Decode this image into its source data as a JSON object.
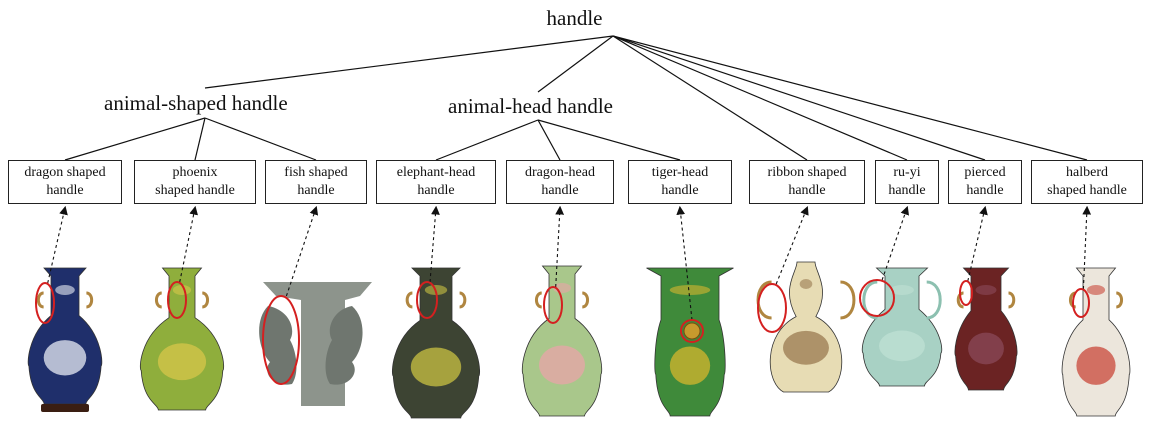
{
  "root": {
    "label": "handle"
  },
  "categories": [
    {
      "id": "animal-shaped",
      "label": "animal-shaped handle"
    },
    {
      "id": "animal-head",
      "label": "animal-head handle"
    }
  ],
  "leaves": [
    {
      "id": "dragon-shaped",
      "label": "dragon shaped\nhandle",
      "parent": "animal-shaped",
      "vase": {
        "body": "#1f2f6b",
        "pattern": "#e8ecf4",
        "handle_side": "left"
      }
    },
    {
      "id": "phoenix-shaped",
      "label": "phoenix\nshaped handle",
      "parent": "animal-shaped",
      "vase": {
        "body": "#8fae3c",
        "pattern": "#d7c64a",
        "handle_side": "left"
      }
    },
    {
      "id": "fish-shaped",
      "label": "fish shaped\nhandle",
      "parent": "animal-shaped",
      "vase": {
        "body": "#8d948c",
        "pattern": "#6f766f",
        "handle_side": "left"
      }
    },
    {
      "id": "elephant-head",
      "label": "elephant-head\nhandle",
      "parent": "animal-head",
      "vase": {
        "body": "#3d4433",
        "pattern": "#c9c243",
        "handle_side": "left"
      }
    },
    {
      "id": "dragon-head",
      "label": "dragon-head\nhandle",
      "parent": "animal-head",
      "vase": {
        "body": "#a9c78b",
        "pattern": "#e9a4a8",
        "handle_side": "left"
      }
    },
    {
      "id": "tiger-head",
      "label": "tiger-head\nhandle",
      "parent": "animal-head",
      "vase": {
        "body": "#3f8a3a",
        "pattern": "#d5b52e",
        "handle_side": "center"
      }
    },
    {
      "id": "ribbon-shaped",
      "label": "ribbon shaped\nhandle",
      "parent": "root",
      "vase": {
        "body": "#e7dcb4",
        "pattern": "#9a7a50",
        "handle_side": "left"
      }
    },
    {
      "id": "ru-yi",
      "label": "ru-yi\nhandle",
      "parent": "root",
      "vase": {
        "body": "#a8d1c4",
        "pattern": "#bfe0d4",
        "handle_side": "left"
      }
    },
    {
      "id": "pierced",
      "label": "pierced\nhandle",
      "parent": "root",
      "vase": {
        "body": "#6b2323",
        "pattern": "#8a4a5a",
        "handle_side": "left"
      }
    },
    {
      "id": "halberd-shaped",
      "label": "halberd\nshaped handle",
      "parent": "root",
      "vase": {
        "body": "#ece6dc",
        "pattern": "#c9473a",
        "handle_side": "left"
      }
    }
  ],
  "colors": {
    "line": "#111111",
    "highlight": "#d42020"
  }
}
